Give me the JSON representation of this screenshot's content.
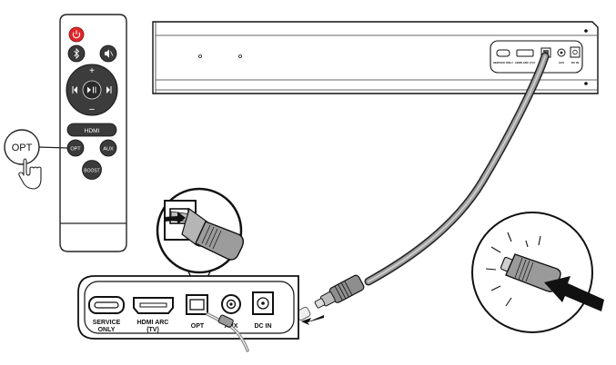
{
  "remote": {
    "buttons": [
      {
        "id": "power",
        "icon": "power-icon"
      },
      {
        "id": "bluetooth",
        "icon": "bluetooth-icon"
      },
      {
        "id": "mute",
        "icon": "mute-icon"
      },
      {
        "id": "vol_up",
        "label": "+"
      },
      {
        "id": "prev",
        "icon": "previous-track-icon"
      },
      {
        "id": "play_pause",
        "icon": "play-pause-icon"
      },
      {
        "id": "next",
        "icon": "next-track-icon"
      },
      {
        "id": "vol_down",
        "label": "−"
      }
    ],
    "hdmi_label": "HDMI",
    "opt_label": "OPT",
    "aux_label": "AUX",
    "boost_label": "BOOST",
    "power_color": "#e0262b"
  },
  "callout": {
    "label": "OPT",
    "icon": "pointing-hand-icon"
  },
  "soundbar": {
    "port_labels": [
      "SERVICE ONLY",
      "HDMI ARC (TV)",
      "",
      "AUX",
      "DC IN"
    ]
  },
  "port_panel": {
    "ports": [
      {
        "line1": "SERVICE",
        "line2": "ONLY"
      },
      {
        "line1": "HDMI ARC",
        "line2": "(TV)"
      },
      {
        "line1": "OPT",
        "line2": ""
      },
      {
        "line1": "AUX",
        "line2": ""
      },
      {
        "line1": "DC IN",
        "line2": ""
      }
    ]
  },
  "zoom_left": {
    "icon": "optical-plug-insert-icon"
  },
  "zoom_right": {
    "icon": "optical-plug-push-icon"
  }
}
